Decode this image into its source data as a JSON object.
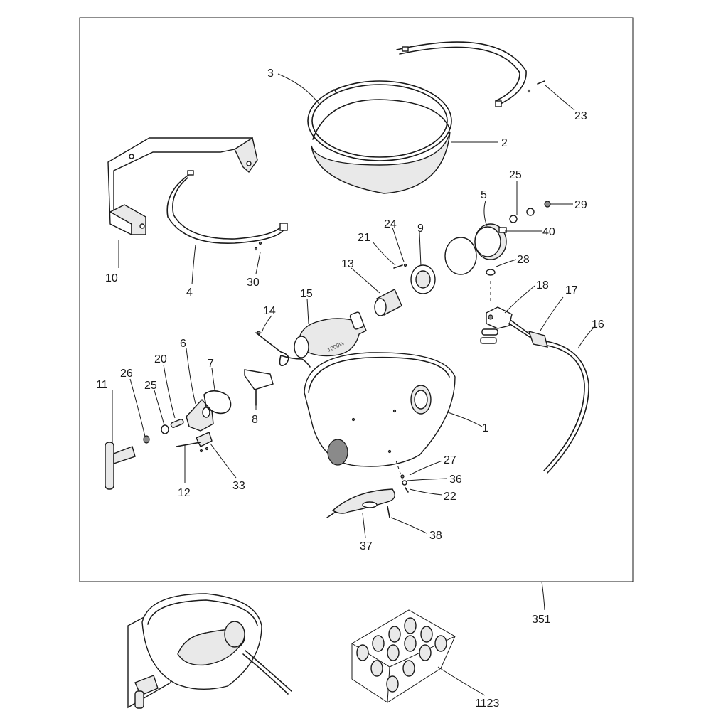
{
  "diagram": {
    "callouts": {
      "c1": "1",
      "c2": "2",
      "c3": "3",
      "c4": "4",
      "c5": "5",
      "c6": "6",
      "c7": "7",
      "c8": "8",
      "c9": "9",
      "c10": "10",
      "c11": "11",
      "c12": "12",
      "c13": "13",
      "c14": "14",
      "c15": "15",
      "c16": "16",
      "c17": "17",
      "c18": "18",
      "c20": "20",
      "c21": "21",
      "c22": "22",
      "c23": "23",
      "c24": "24",
      "c25a": "25",
      "c25b": "25",
      "c26": "26",
      "c27": "27",
      "c28": "28",
      "c29": "29",
      "c30": "30",
      "c33": "33",
      "c36": "36",
      "c37": "37",
      "c38": "38",
      "c40": "40",
      "c351": "351",
      "c1123": "1123"
    },
    "lamp_marking": "1000W"
  }
}
